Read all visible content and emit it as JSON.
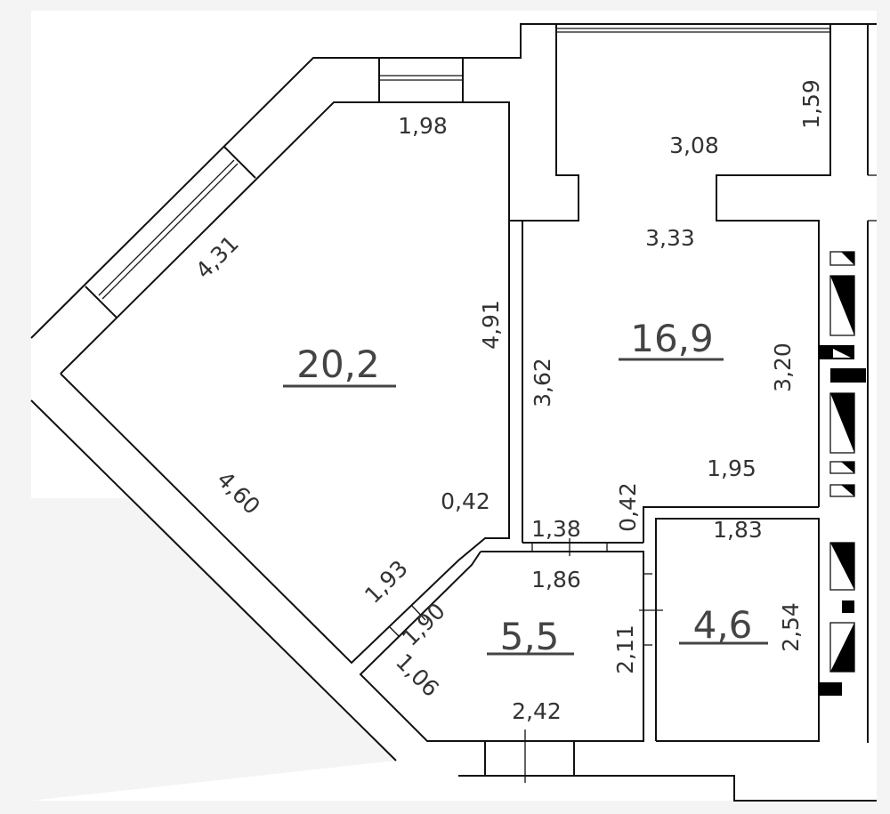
{
  "plan": {
    "rooms": [
      {
        "id": "living-room",
        "area": "20,2"
      },
      {
        "id": "kitchen-room",
        "area": "16,9"
      },
      {
        "id": "hallway",
        "area": "5,5"
      },
      {
        "id": "bathroom",
        "area": "4,6"
      }
    ],
    "dimensions": {
      "d198": "1,98",
      "d431": "4,31",
      "d491": "4,91",
      "d460": "4,60",
      "d042a": "0,42",
      "d193": "1,93",
      "d190": "1,90",
      "d106": "1,06",
      "d308": "3,08",
      "d159": "1,59",
      "d333": "3,33",
      "d362": "3,62",
      "d320": "3,20",
      "d195": "1,95",
      "d042b": "0,42",
      "d138": "1,38",
      "d186": "1,86",
      "d183": "1,83",
      "d211": "2,11",
      "d254": "2,54",
      "d242": "2,42"
    }
  }
}
